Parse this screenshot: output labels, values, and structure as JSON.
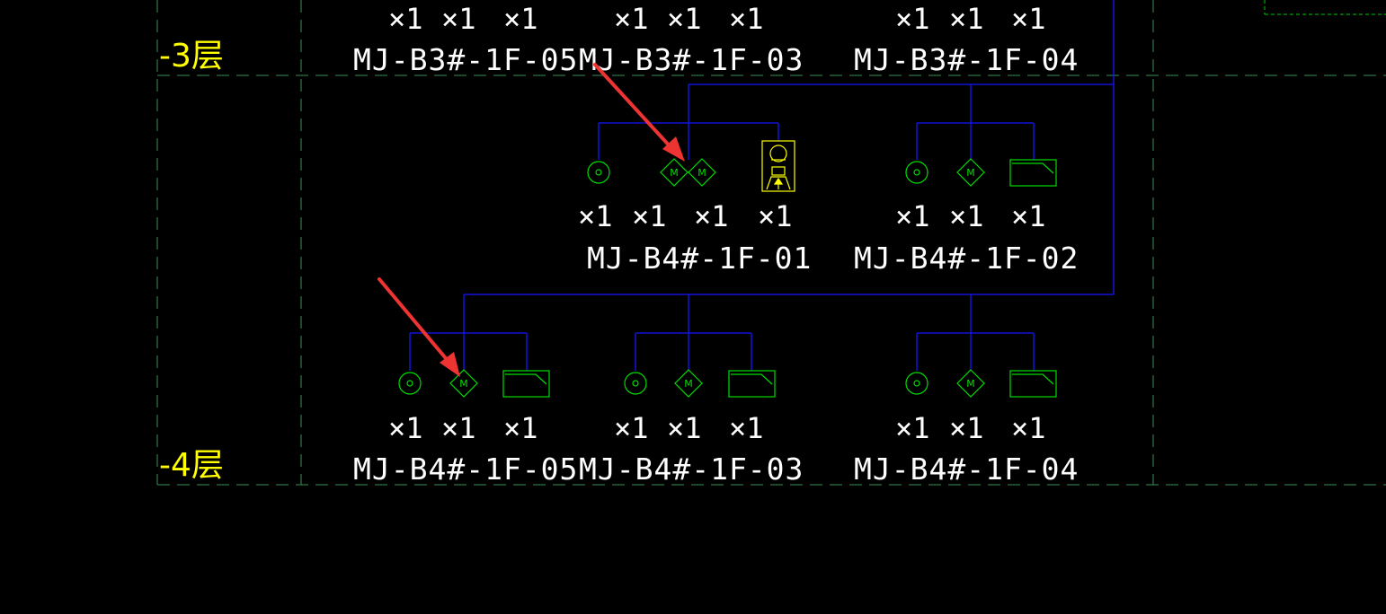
{
  "floors": [
    {
      "id": "floor-b3",
      "label": "-3层"
    },
    {
      "id": "floor-b4",
      "label": "-4层"
    }
  ],
  "quantity_text": "×1",
  "motor_letter": "M",
  "groups": {
    "b3_05": {
      "label": "MJ-B3#-1F-05",
      "quantities": [
        "×1",
        "×1",
        "×1"
      ]
    },
    "b3_03": {
      "label": "MJ-B3#-1F-03",
      "quantities": [
        "×1",
        "×1",
        "×1"
      ]
    },
    "b3_04": {
      "label": "MJ-B3#-1F-04",
      "quantities": [
        "×1",
        "×1",
        "×1"
      ]
    },
    "b4_01": {
      "label": "MJ-B4#-1F-01",
      "quantities": [
        "×1",
        "×1",
        "×1",
        "×1"
      ]
    },
    "b4_02": {
      "label": "MJ-B4#-1F-02",
      "quantities": [
        "×1",
        "×1",
        "×1"
      ]
    },
    "b4_05": {
      "label": "MJ-B4#-1F-05",
      "quantities": [
        "×1",
        "×1",
        "×1"
      ]
    },
    "b4_03": {
      "label": "MJ-B4#-1F-03",
      "quantities": [
        "×1",
        "×1",
        "×1"
      ]
    },
    "b4_04": {
      "label": "MJ-B4#-1F-04",
      "quantities": [
        "×1",
        "×1",
        "×1"
      ]
    }
  },
  "colors": {
    "background": "#000000",
    "wire": "#1515ff",
    "device": "#00dd00",
    "floor_text": "#ffff00",
    "label_text": "#ffffff",
    "grid_dash": "#3a8f5a",
    "arrow": "#ee3333",
    "intercom": "#ffff00"
  }
}
